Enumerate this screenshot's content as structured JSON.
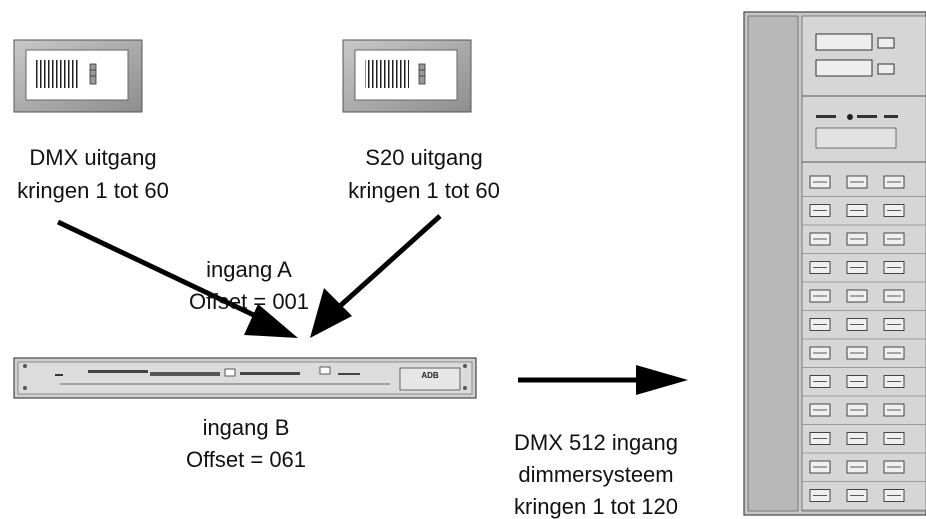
{
  "source_dmx": {
    "line1": "DMX uitgang",
    "line2": "kringen 1 tot 60"
  },
  "source_s20": {
    "line1": "S20 uitgang",
    "line2": "kringen 1 tot 60"
  },
  "input_a": {
    "line1": "ingang A",
    "line2": "Offset = 001"
  },
  "input_b": {
    "line1": "ingang B",
    "line2": "Offset = 061"
  },
  "output": {
    "line1": "DMX 512 ingang",
    "line2": "dimmersysteem",
    "line3": "kringen 1 tot 120"
  },
  "merger_brand": "ADB"
}
